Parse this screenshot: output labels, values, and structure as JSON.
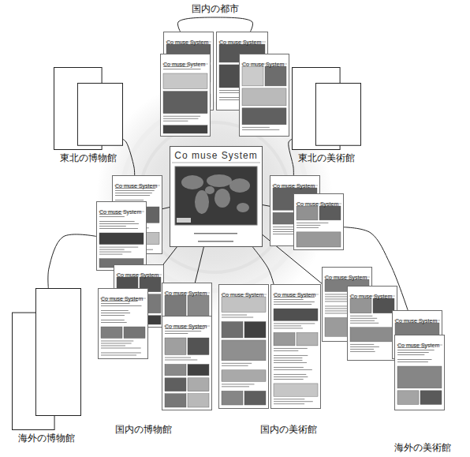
{
  "diagram": {
    "nodes": [
      {
        "text": [
          "東北の博物館"
        ]
      },
      {
        "text": [
          "東北の美術館"
        ]
      },
      {
        "text": [
          "海外の博物館"
        ]
      },
      {
        "text": [
          "Co muse System"
        ]
      },
      {
        "text": [
          "Co muse System"
        ]
      },
      {
        "text": [
          "Co muse System"
        ]
      },
      {
        "text": [
          "Co muse System"
        ]
      },
      {
        "text": [
          "Co muse System"
        ]
      },
      {
        "text": [
          "Co muse System"
        ]
      },
      {
        "text": [
          "Co muse System"
        ]
      },
      {
        "text": [
          "Co muse System"
        ]
      },
      {
        "text": [
          "Co muse System"
        ]
      },
      {
        "text": [
          "Co muse System"
        ]
      },
      {
        "text": [
          "Co muse System"
        ]
      },
      {
        "text": [
          "Co muse System"
        ]
      },
      {
        "text": [
          "Co muse System"
        ]
      },
      {
        "text": [
          "Co muse System"
        ]
      },
      {
        "text": [
          "Co muse System"
        ]
      },
      {
        "text": [
          "Co muse System"
        ]
      },
      {
        "text": [
          "Co muse System"
        ]
      },
      {
        "text": [
          "Co muse System"
        ]
      },
      {
        "text": [
          "Co muse System"
        ]
      }
    ],
    "edges": [
      {
        "from": 4,
        "to": 5,
        "arrow": "none"
      },
      {
        "from": 0,
        "to": 8,
        "arrow": "none"
      },
      {
        "from": 1,
        "to": 16,
        "arrow": "none"
      },
      {
        "from": 9,
        "to": 2,
        "arrow": "none"
      },
      {
        "from": 17,
        "to": 20,
        "arrow": "none"
      },
      {
        "from": 3,
        "to": 8,
        "arrow": "none"
      },
      {
        "from": 3,
        "to": 16,
        "arrow": "none"
      },
      {
        "from": 3,
        "to": 12,
        "arrow": "none"
      },
      {
        "from": 3,
        "to": 15,
        "arrow": "none"
      },
      {
        "from": 3,
        "to": 10,
        "arrow": "none"
      },
      {
        "from": 3,
        "to": 18,
        "arrow": "none"
      }
    ],
    "labels": [
      "国内の都市",
      "国内の博物館",
      "国内の美術館",
      "海外の美術館"
    ]
  }
}
